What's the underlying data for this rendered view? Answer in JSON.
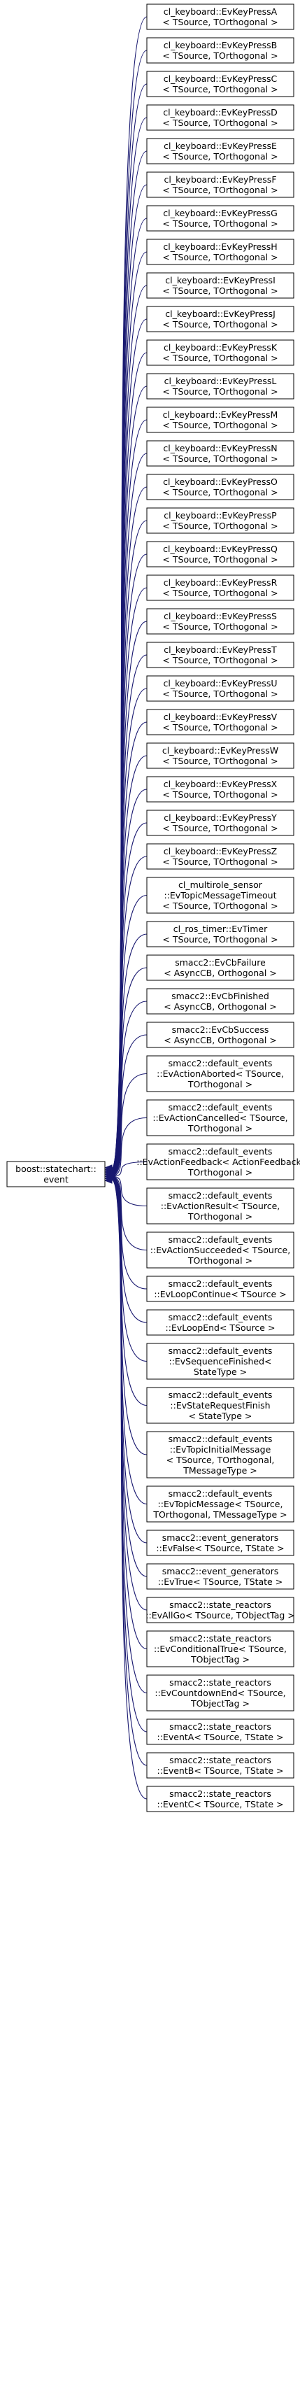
{
  "base": {
    "id": "base",
    "lines": [
      "boost::statechart::",
      "event"
    ]
  },
  "nodes": [
    {
      "id": "n00",
      "lines": [
        "cl_keyboard::EvKeyPressA",
        "< TSource, TOrthogonal >"
      ]
    },
    {
      "id": "n01",
      "lines": [
        "cl_keyboard::EvKeyPressB",
        "< TSource, TOrthogonal >"
      ]
    },
    {
      "id": "n02",
      "lines": [
        "cl_keyboard::EvKeyPressC",
        "< TSource, TOrthogonal >"
      ]
    },
    {
      "id": "n03",
      "lines": [
        "cl_keyboard::EvKeyPressD",
        "< TSource, TOrthogonal >"
      ]
    },
    {
      "id": "n04",
      "lines": [
        "cl_keyboard::EvKeyPressE",
        "< TSource, TOrthogonal >"
      ]
    },
    {
      "id": "n05",
      "lines": [
        "cl_keyboard::EvKeyPressF",
        "< TSource, TOrthogonal >"
      ]
    },
    {
      "id": "n06",
      "lines": [
        "cl_keyboard::EvKeyPressG",
        "< TSource, TOrthogonal >"
      ]
    },
    {
      "id": "n07",
      "lines": [
        "cl_keyboard::EvKeyPressH",
        "< TSource, TOrthogonal >"
      ]
    },
    {
      "id": "n08",
      "lines": [
        "cl_keyboard::EvKeyPressI",
        "< TSource, TOrthogonal >"
      ]
    },
    {
      "id": "n09",
      "lines": [
        "cl_keyboard::EvKeyPressJ",
        "< TSource, TOrthogonal >"
      ]
    },
    {
      "id": "n10",
      "lines": [
        "cl_keyboard::EvKeyPressK",
        "< TSource, TOrthogonal >"
      ]
    },
    {
      "id": "n11",
      "lines": [
        "cl_keyboard::EvKeyPressL",
        "< TSource, TOrthogonal >"
      ]
    },
    {
      "id": "n12",
      "lines": [
        "cl_keyboard::EvKeyPressM",
        "< TSource, TOrthogonal >"
      ]
    },
    {
      "id": "n13",
      "lines": [
        "cl_keyboard::EvKeyPressN",
        "< TSource, TOrthogonal >"
      ]
    },
    {
      "id": "n14",
      "lines": [
        "cl_keyboard::EvKeyPressO",
        "< TSource, TOrthogonal >"
      ]
    },
    {
      "id": "n15",
      "lines": [
        "cl_keyboard::EvKeyPressP",
        "< TSource, TOrthogonal >"
      ]
    },
    {
      "id": "n16",
      "lines": [
        "cl_keyboard::EvKeyPressQ",
        "< TSource, TOrthogonal >"
      ]
    },
    {
      "id": "n17",
      "lines": [
        "cl_keyboard::EvKeyPressR",
        "< TSource, TOrthogonal >"
      ]
    },
    {
      "id": "n18",
      "lines": [
        "cl_keyboard::EvKeyPressS",
        "< TSource, TOrthogonal >"
      ]
    },
    {
      "id": "n19",
      "lines": [
        "cl_keyboard::EvKeyPressT",
        "< TSource, TOrthogonal >"
      ]
    },
    {
      "id": "n20",
      "lines": [
        "cl_keyboard::EvKeyPressU",
        "< TSource, TOrthogonal >"
      ]
    },
    {
      "id": "n21",
      "lines": [
        "cl_keyboard::EvKeyPressV",
        "< TSource, TOrthogonal >"
      ]
    },
    {
      "id": "n22",
      "lines": [
        "cl_keyboard::EvKeyPressW",
        "< TSource, TOrthogonal >"
      ]
    },
    {
      "id": "n23",
      "lines": [
        "cl_keyboard::EvKeyPressX",
        "< TSource, TOrthogonal >"
      ]
    },
    {
      "id": "n24",
      "lines": [
        "cl_keyboard::EvKeyPressY",
        "< TSource, TOrthogonal >"
      ]
    },
    {
      "id": "n25",
      "lines": [
        "cl_keyboard::EvKeyPressZ",
        "< TSource, TOrthogonal >"
      ]
    },
    {
      "id": "n26",
      "lines": [
        "cl_multirole_sensor",
        "::EvTopicMessageTimeout",
        "< TSource, TOrthogonal >"
      ]
    },
    {
      "id": "n27",
      "lines": [
        "cl_ros_timer::EvTimer",
        "< TSource, TOrthogonal >"
      ]
    },
    {
      "id": "n28",
      "lines": [
        "smacc2::EvCbFailure",
        "< AsyncCB, Orthogonal >"
      ]
    },
    {
      "id": "n29",
      "lines": [
        "smacc2::EvCbFinished",
        "< AsyncCB, Orthogonal >"
      ]
    },
    {
      "id": "n30",
      "lines": [
        "smacc2::EvCbSuccess",
        "< AsyncCB, Orthogonal >"
      ]
    },
    {
      "id": "n31",
      "lines": [
        "smacc2::default_events",
        "::EvActionAborted< TSource,",
        "TOrthogonal >"
      ]
    },
    {
      "id": "n32",
      "lines": [
        "smacc2::default_events",
        "::EvActionCancelled< TSource,",
        "TOrthogonal >"
      ]
    },
    {
      "id": "n33",
      "lines": [
        "smacc2::default_events",
        "::EvActionFeedback< ActionFeedback,",
        "TOrthogonal >"
      ]
    },
    {
      "id": "n34",
      "lines": [
        "smacc2::default_events",
        "::EvActionResult< TSource,",
        "TOrthogonal >"
      ]
    },
    {
      "id": "n35",
      "lines": [
        "smacc2::default_events",
        "::EvActionSucceeded< TSource,",
        "TOrthogonal >"
      ]
    },
    {
      "id": "n36",
      "lines": [
        "smacc2::default_events",
        "::EvLoopContinue< TSource >"
      ]
    },
    {
      "id": "n37",
      "lines": [
        "smacc2::default_events",
        "::EvLoopEnd< TSource >"
      ]
    },
    {
      "id": "n38",
      "lines": [
        "smacc2::default_events",
        "::EvSequenceFinished<",
        "StateType >"
      ]
    },
    {
      "id": "n39",
      "lines": [
        "smacc2::default_events",
        "::EvStateRequestFinish",
        "< StateType >"
      ]
    },
    {
      "id": "n40",
      "lines": [
        "smacc2::default_events",
        "::EvTopicInitialMessage",
        "< TSource, TOrthogonal,",
        "TMessageType >"
      ]
    },
    {
      "id": "n41",
      "lines": [
        "smacc2::default_events",
        "::EvTopicMessage< TSource,",
        "TOrthogonal, TMessageType >"
      ]
    },
    {
      "id": "n42",
      "lines": [
        "smacc2::event_generators",
        "::EvFalse< TSource, TState >"
      ]
    },
    {
      "id": "n43",
      "lines": [
        "smacc2::event_generators",
        "::EvTrue< TSource, TState >"
      ]
    },
    {
      "id": "n44",
      "lines": [
        "smacc2::state_reactors",
        "::EvAllGo< TSource, TObjectTag >"
      ]
    },
    {
      "id": "n45",
      "lines": [
        "smacc2::state_reactors",
        "::EvConditionalTrue< TSource,",
        "TObjectTag >"
      ]
    },
    {
      "id": "n46",
      "lines": [
        "smacc2::state_reactors",
        "::EvCountdownEnd< TSource,",
        "TObjectTag >"
      ]
    },
    {
      "id": "n47",
      "lines": [
        "smacc2::state_reactors",
        "::EventA< TSource, TState >"
      ]
    },
    {
      "id": "n48",
      "lines": [
        "smacc2::state_reactors",
        "::EventB< TSource, TState >"
      ]
    },
    {
      "id": "n49",
      "lines": [
        "smacc2::state_reactors",
        "::EventC< TSource, TState >"
      ]
    }
  ]
}
